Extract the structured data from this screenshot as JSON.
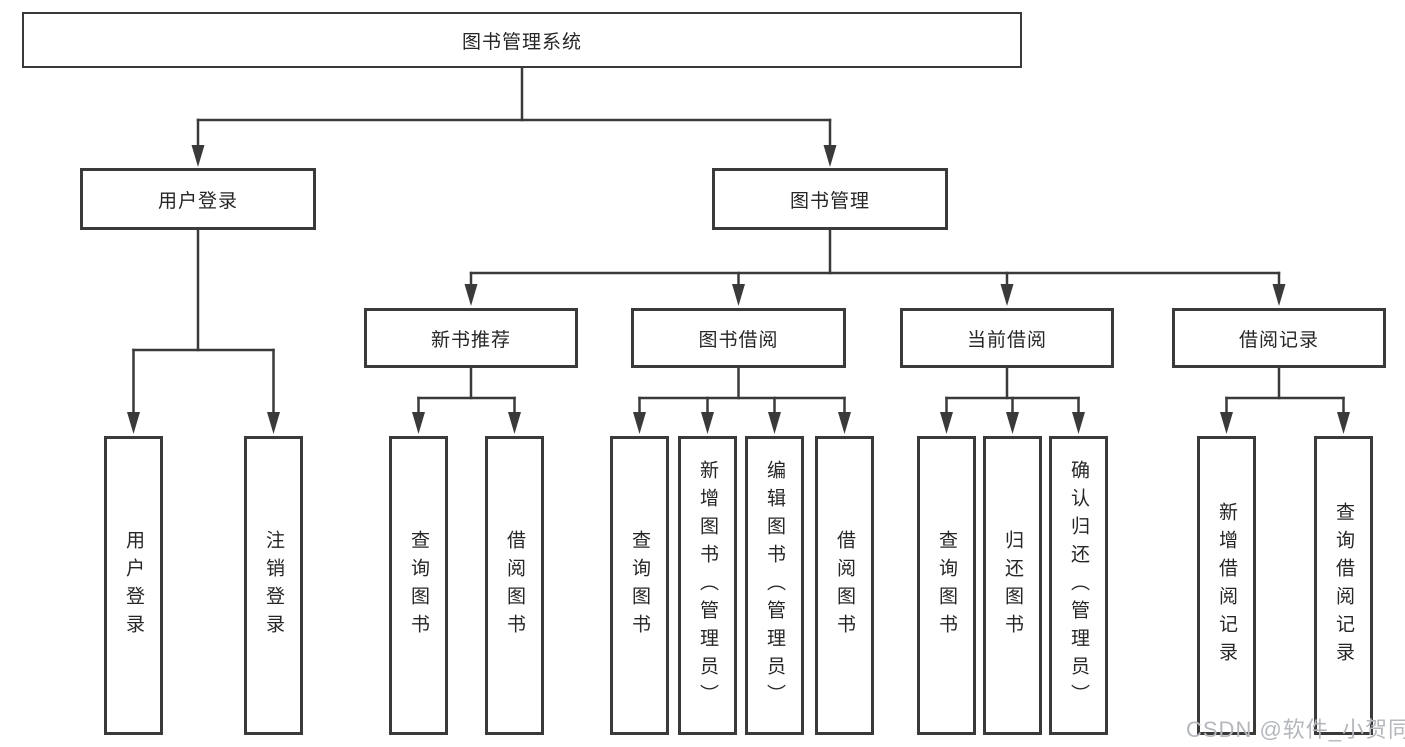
{
  "diagram": {
    "root": {
      "label": "图书管理系统"
    },
    "branches": [
      {
        "label": "用户登录",
        "children": [
          "用户登录",
          "注销登录"
        ]
      },
      {
        "label": "图书管理",
        "sections": [
          {
            "label": "新书推荐",
            "children": [
              "查询图书",
              "借阅图书"
            ]
          },
          {
            "label": "图书借阅",
            "children": [
              "查询图书",
              "新增图书（管理员）",
              "编辑图书（管理员）",
              "借阅图书"
            ]
          },
          {
            "label": "当前借阅",
            "children": [
              "查询图书",
              "归还图书",
              "确认归还（管理员）"
            ]
          },
          {
            "label": "借阅记录",
            "children": [
              "新增借阅记录",
              "查询借阅记录"
            ]
          }
        ]
      }
    ]
  },
  "watermark": {
    "text": "CSDN @软件_小贺同学"
  },
  "colors": {
    "line": "#3a3a3a",
    "node_border": "#3a3a3a",
    "text": "#262626",
    "watermark": "#b4b7bc",
    "background": "#ffffff"
  }
}
